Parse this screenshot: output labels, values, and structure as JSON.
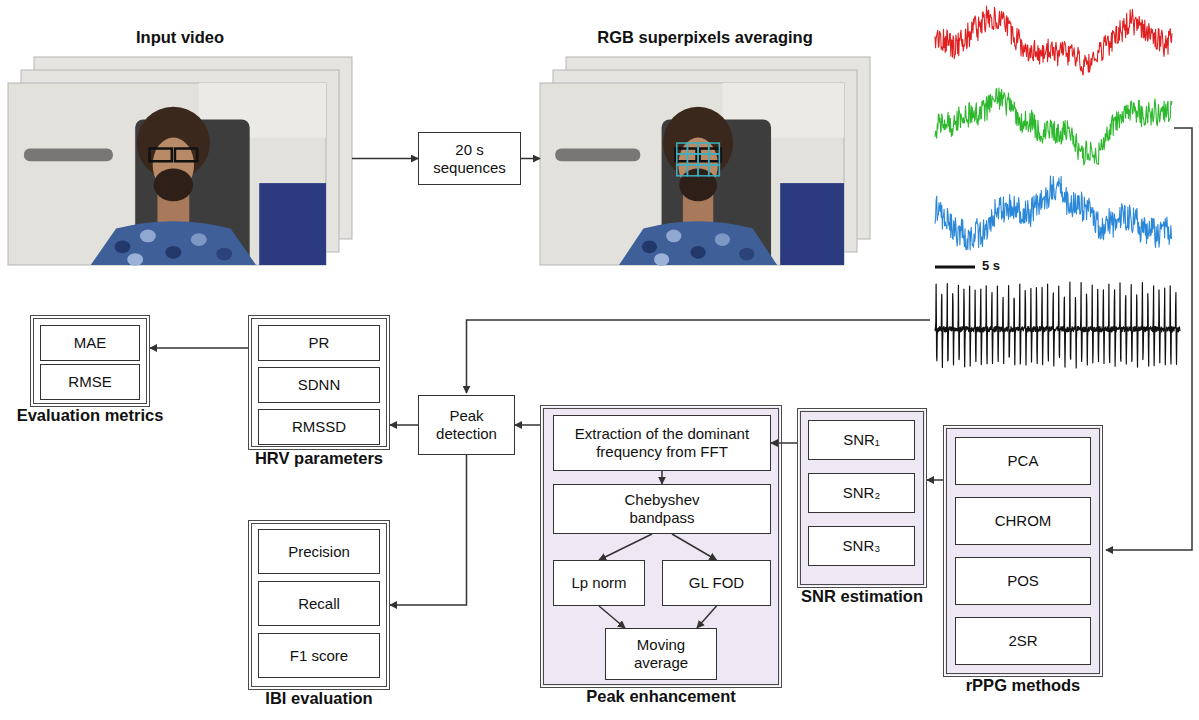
{
  "diagram": {
    "nodes": [
      {
        "text": [
          "Input video"
        ]
      },
      {
        "text": [
          "20 s sequences"
        ]
      },
      {
        "text": [
          "RGB superpixels averaging"
        ]
      },
      {
        "text": [
          "rPPG methods"
        ]
      },
      {
        "text": [
          "PCA"
        ],
        "in": 3
      },
      {
        "text": [
          "CHROM"
        ],
        "in": 3
      },
      {
        "text": [
          "POS"
        ],
        "in": 3
      },
      {
        "text": [
          "2SR"
        ],
        "in": 3
      },
      {
        "text": [
          "SNR estimation"
        ]
      },
      {
        "text": [
          "SNR₁"
        ],
        "in": 8
      },
      {
        "text": [
          "SNR₂"
        ],
        "in": 8
      },
      {
        "text": [
          "SNR₃"
        ],
        "in": 8
      },
      {
        "text": [
          "Peak enhancement"
        ]
      },
      {
        "text": [
          "Extraction of the dominant frequency from FFT"
        ],
        "in": 12
      },
      {
        "text": [
          "Chebyshev bandpass"
        ],
        "in": 12
      },
      {
        "text": [
          "Lp norm"
        ],
        "in": 12
      },
      {
        "text": [
          "GL FOD"
        ],
        "in": 12
      },
      {
        "text": [
          "Moving average"
        ],
        "in": 12
      },
      {
        "text": [
          "Peak detection"
        ]
      },
      {
        "text": [
          "HRV parameters"
        ]
      },
      {
        "text": [
          "PR"
        ],
        "in": 19
      },
      {
        "text": [
          "SDNN"
        ],
        "in": 19
      },
      {
        "text": [
          "RMSSD"
        ],
        "in": 19
      },
      {
        "text": [
          "Evaluation metrics"
        ]
      },
      {
        "text": [
          "MAE"
        ],
        "in": 23
      },
      {
        "text": [
          "RMSE"
        ],
        "in": 23
      },
      {
        "text": [
          "IBI evaluation"
        ]
      },
      {
        "text": [
          "Precision"
        ],
        "in": 26
      },
      {
        "text": [
          "Recall"
        ],
        "in": 26
      },
      {
        "text": [
          "F1 score"
        ],
        "in": 26
      }
    ],
    "edges": [
      {
        "from": 0,
        "to": 1,
        "arrow": "to"
      },
      {
        "from": 1,
        "to": 2,
        "arrow": "to"
      },
      {
        "from": 3,
        "to": 8,
        "arrow": "to"
      },
      {
        "from": 8,
        "to": 13,
        "arrow": "to"
      },
      {
        "from": 13,
        "to": 14,
        "arrow": "to"
      },
      {
        "from": 14,
        "to": 15,
        "arrow": "to"
      },
      {
        "from": 14,
        "to": 16,
        "arrow": "to"
      },
      {
        "from": 15,
        "to": 17,
        "arrow": "to"
      },
      {
        "from": 16,
        "to": 17,
        "arrow": "to"
      },
      {
        "from": 12,
        "to": 18,
        "arrow": "to"
      },
      {
        "from": 18,
        "to": 19,
        "arrow": "to"
      },
      {
        "from": 19,
        "to": 23,
        "arrow": "to"
      },
      {
        "from": 18,
        "to": 26,
        "arrow": "to"
      }
    ],
    "labels": [
      "5 s"
    ]
  }
}
